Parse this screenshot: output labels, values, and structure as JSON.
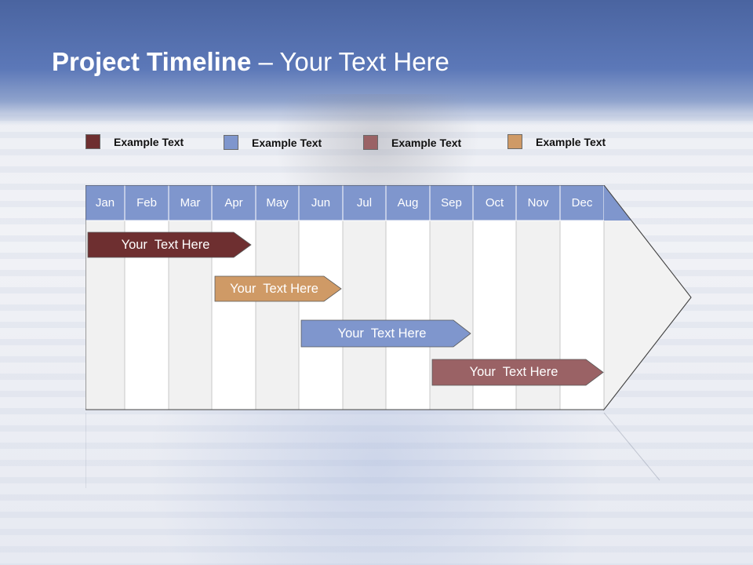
{
  "title": {
    "bold": "Project Timeline",
    "rest": " – Your Text Here"
  },
  "legend": [
    {
      "label": "Example Text",
      "color": "#6e2f30"
    },
    {
      "label": "Example Text",
      "color": "#7f96cd"
    },
    {
      "label": "Example Text",
      "color": "#9a6265"
    },
    {
      "label": "Example Text",
      "color": "#cf9a66"
    }
  ],
  "months": [
    "Jan",
    "Feb",
    "Mar",
    "Apr",
    "May",
    "Jun",
    "Jul",
    "Aug",
    "Sep",
    "Oct",
    "Nov",
    "Dec"
  ],
  "tasks": [
    {
      "label": "Your  Text Here",
      "color": "#6e2f30"
    },
    {
      "label": "Your  Text Here",
      "color": "#cf9a66"
    },
    {
      "label": "Your  Text Here",
      "color": "#7f96cd"
    },
    {
      "label": "Your  Text Here",
      "color": "#9a6265"
    }
  ],
  "colors": {
    "header_fill": "#7f96cd",
    "column_shaded": "#f1f1f1",
    "column_plain": "#ffffff",
    "arrow_fill": "#f2f2f2"
  }
}
